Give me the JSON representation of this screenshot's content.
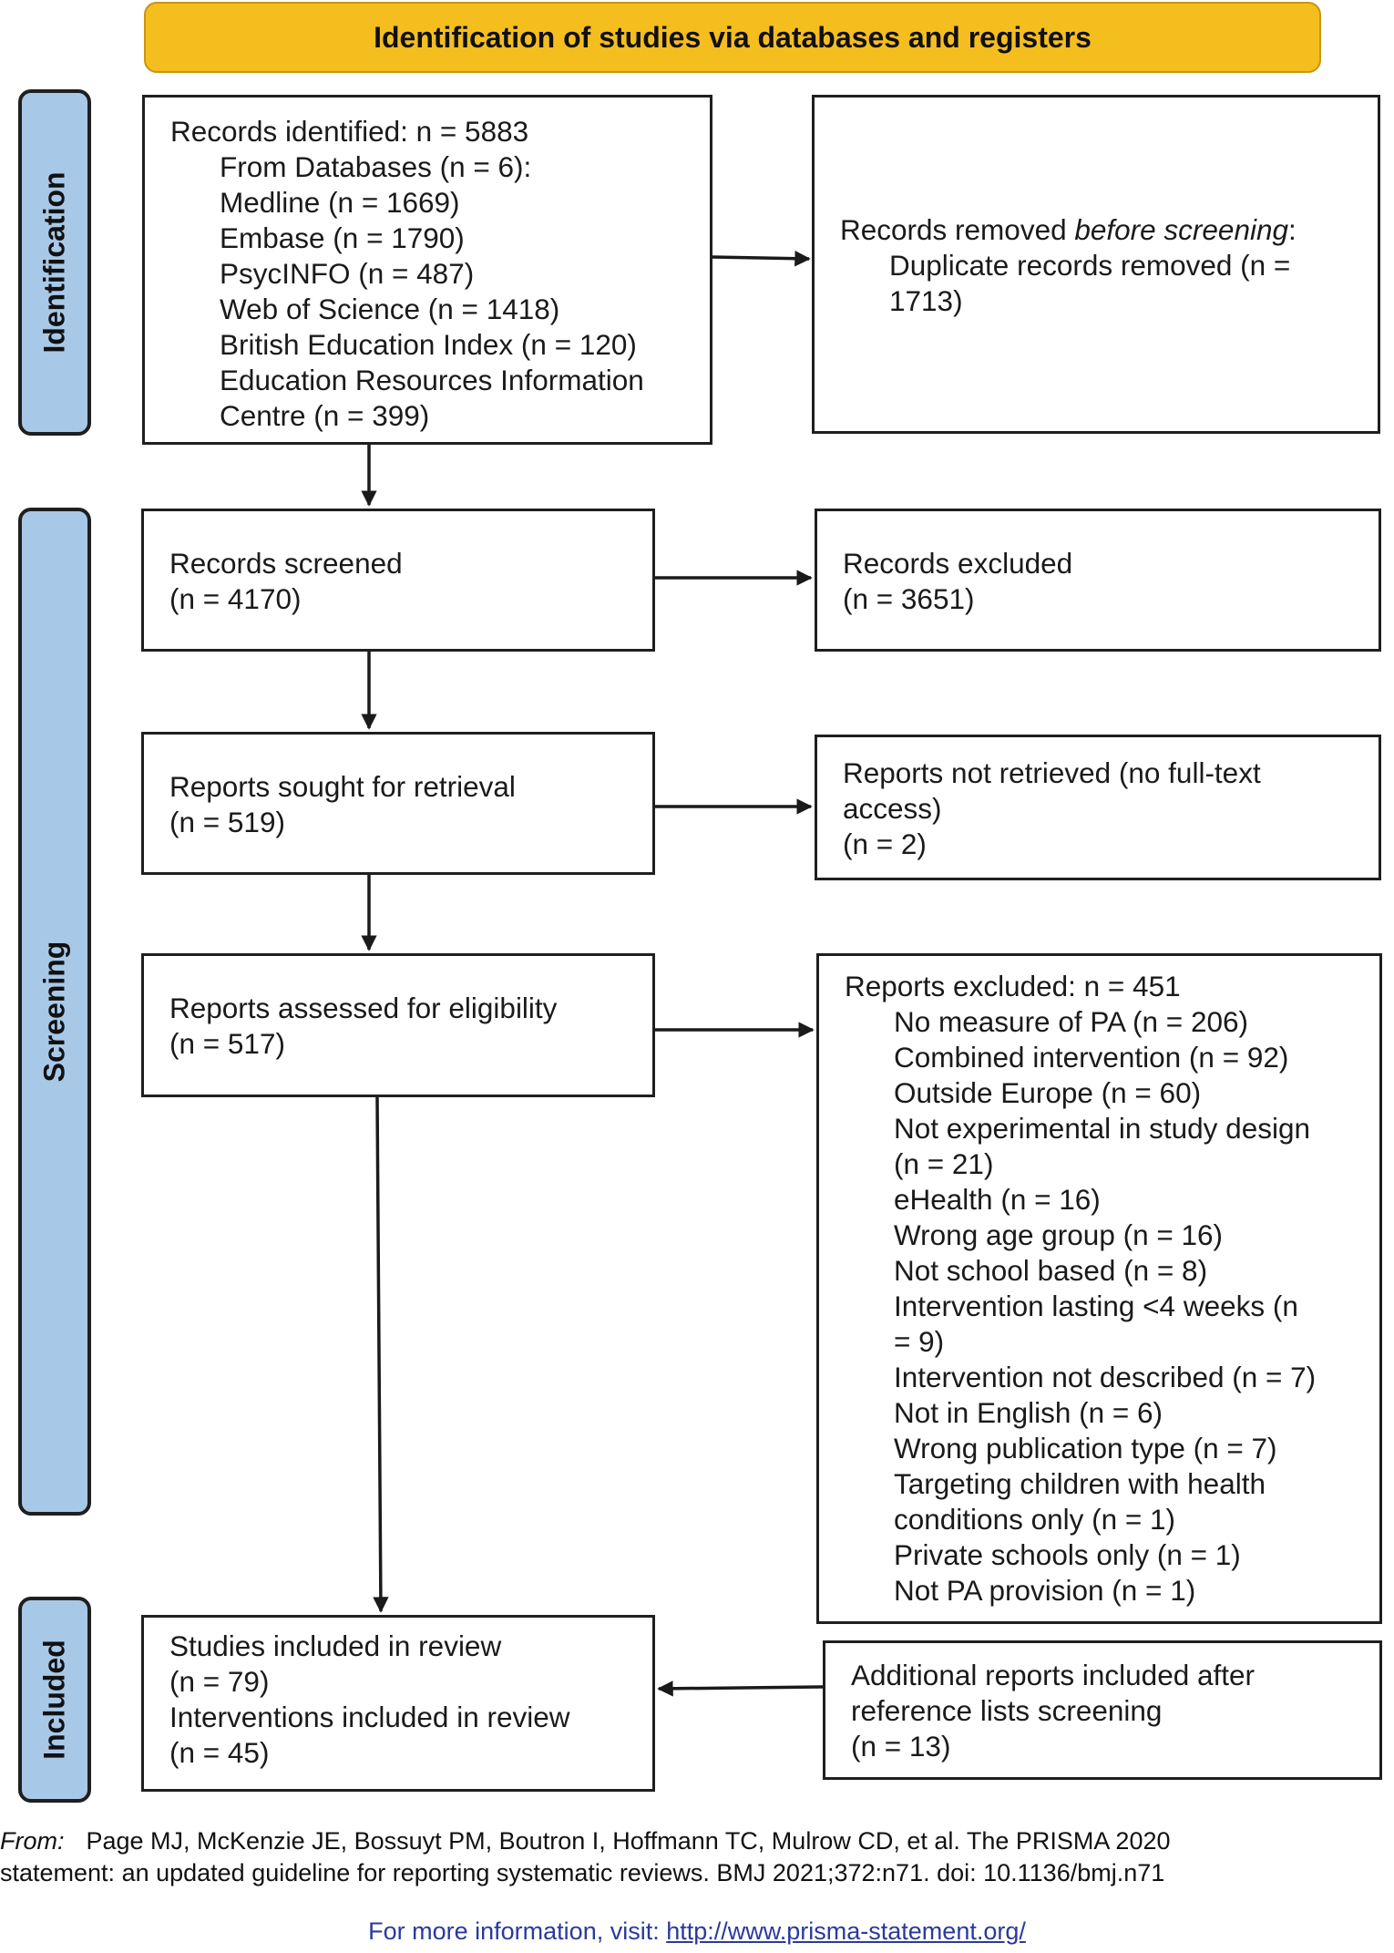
{
  "header": {
    "title": "Identification of studies via databases and registers"
  },
  "stages": {
    "identification": "Identification",
    "screening": "Screening",
    "included": "Included"
  },
  "boxes": {
    "records_identified": {
      "title": "Records identified: n = 5883",
      "sub": "From Databases (n = 6):",
      "databases": [
        "Medline (n = 1669)",
        "Embase (n = 1790)",
        "PsycINFO (n = 487)",
        "Web of Science (n = 1418)",
        "British Education Index (n = 120)",
        "Education Resources Information",
        "Centre (n = 399)"
      ]
    },
    "records_removed": {
      "title_plain": "Records removed ",
      "title_italic": "before screening",
      "title_colon": ":",
      "line1": "Duplicate records removed  (n =",
      "line2": "1713)"
    },
    "records_screened": {
      "line1": "Records screened",
      "line2": "(n = 4170)"
    },
    "records_excluded": {
      "line1": "Records excluded",
      "line2": "(n = 3651)"
    },
    "reports_sought": {
      "line1": "Reports sought for retrieval",
      "line2": "(n = 519)"
    },
    "reports_not_retrieved": {
      "line1": "Reports not retrieved (no full-text",
      "line2": "access)",
      "line3": "(n = 2)"
    },
    "reports_assessed": {
      "line1": "Reports assessed for eligibility",
      "line2": "(n = 517)"
    },
    "reports_excluded": {
      "title": "Reports excluded: n = 451",
      "reasons": [
        "No measure of PA (n = 206)",
        "Combined intervention (n = 92)",
        "Outside Europe (n = 60)",
        "Not experimental in study design",
        "(n = 21)",
        "eHealth (n = 16)",
        "Wrong age group (n = 16)",
        "Not school based (n = 8)",
        "Intervention lasting <4 weeks (n",
        "= 9)",
        "Intervention not described (n = 7)",
        "Not in English (n = 6)",
        "Wrong publication type (n = 7)",
        "Targeting children with health",
        "conditions only (n = 1)",
        "Private schools only (n = 1)",
        "Not PA provision (n = 1)"
      ]
    },
    "studies_included": {
      "line1": "Studies included in review",
      "line2": "(n = 79)",
      "line3": "Interventions included in review",
      "line4": "(n = 45)"
    },
    "additional_reports": {
      "line1": "Additional reports included after",
      "line2": "reference lists screening",
      "line3": "(n = 13)"
    }
  },
  "footer": {
    "from_label": "From:",
    "citation_line1": "Page MJ, McKenzie JE, Bossuyt PM, Boutron I, Hoffmann TC, Mulrow CD, et al. The PRISMA 2020",
    "citation_line2": "statement: an updated guideline for reporting systematic reviews. BMJ 2021;372:n71. doi: 10.1136/bmj.n71",
    "more_info": "For more information, visit: ",
    "link": "http://www.prisma-statement.org/"
  }
}
